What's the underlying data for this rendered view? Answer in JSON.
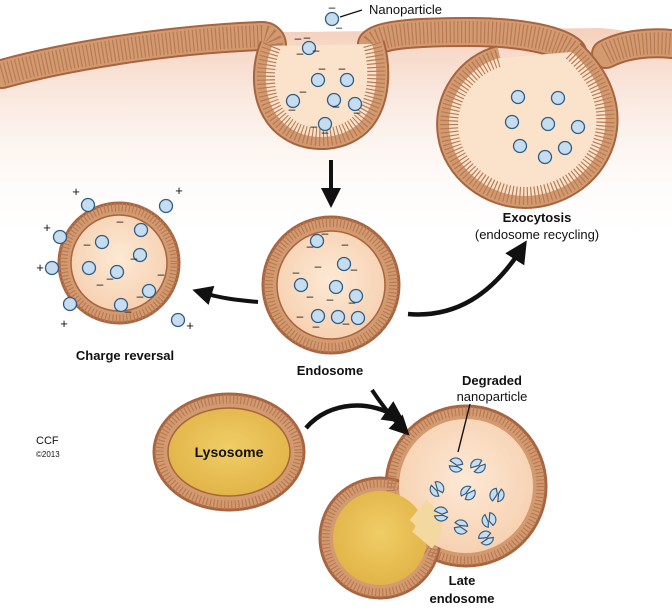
{
  "title": "",
  "labels": {
    "nanoparticle": "Nanoparticle",
    "exocytosis": "Exocytosis",
    "exocytosis_sub": "(endosome recycling)",
    "charge_reversal": "Charge reversal",
    "endosome": "Endosome",
    "degraded_line1": "Degraded",
    "degraded_line2": "nanoparticle",
    "lysosome": "Lysosome",
    "late_endosome_line1": "Late",
    "late_endosome_line2": "endosome",
    "credit": "CCF",
    "credit_year": "©2013"
  },
  "symbols": {
    "negative": "–",
    "positive": "+"
  },
  "colors": {
    "membrane": "#d39a70",
    "membrane_dark": "#a8643f",
    "vesicle_interior": "#fbe3cb",
    "cytoplasm": "#f7dccb",
    "nanoparticle_fill": "#c6dcef",
    "nanoparticle_stroke": "#2f5d87",
    "lysosome_fill": "#e9bf55",
    "arrow": "#111111"
  }
}
